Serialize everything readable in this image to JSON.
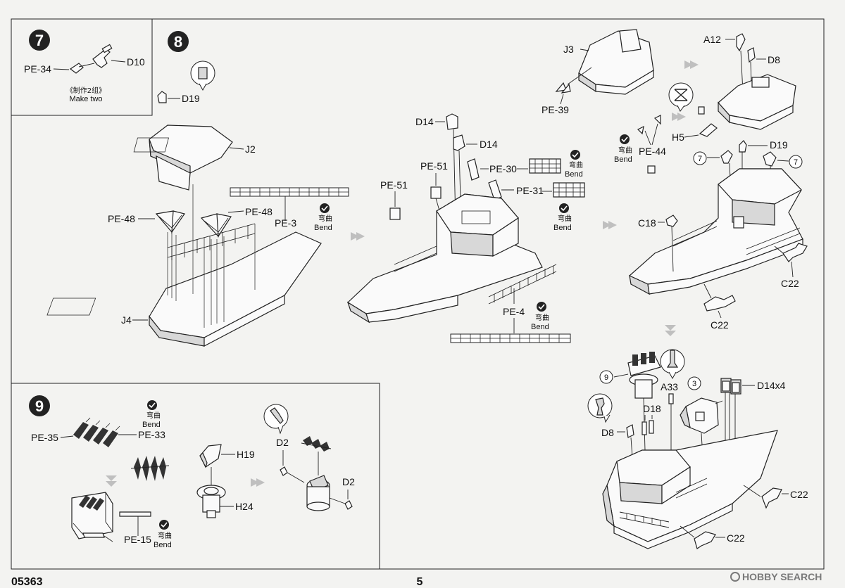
{
  "page": {
    "code": "05363",
    "number": "5",
    "watermark": "HOBBY SEARCH"
  },
  "bend": {
    "cn": "弯曲",
    "en": "Bend"
  },
  "step7": {
    "number": "7",
    "parts": [
      "PE-34",
      "D10"
    ],
    "note_cn": "《制作2组》",
    "note_en": "Make two"
  },
  "step8": {
    "number": "8",
    "labels": {
      "D19": "D19",
      "J2": "J2",
      "PE48a": "PE-48",
      "PE48b": "PE-48",
      "PE3": "PE-3",
      "J4": "J4",
      "D14a": "D14",
      "D14b": "D14",
      "PE51a": "PE-51",
      "PE51b": "PE-51",
      "PE30": "PE-30",
      "PE31": "PE-31",
      "PE4": "PE-4",
      "J3": "J3",
      "PE39": "PE-39",
      "A12": "A12",
      "D8a": "D8",
      "H5": "H5",
      "PE44": "PE-44",
      "D19b": "D19",
      "ref7a": "7",
      "ref7b": "7",
      "C18": "C18",
      "C22a": "C22",
      "C22b": "C22",
      "ref9": "9",
      "A33": "A33",
      "ref3": "3",
      "D14x4": "D14x4",
      "D18": "D18",
      "D8b": "D8",
      "C22c": "C22",
      "C22d": "C22"
    }
  },
  "step9": {
    "number": "9",
    "labels": {
      "PE35": "PE-35",
      "PE33": "PE-33",
      "PE15": "PE-15",
      "H19": "H19",
      "H24": "H24",
      "D2a": "D2",
      "D2b": "D2"
    }
  }
}
